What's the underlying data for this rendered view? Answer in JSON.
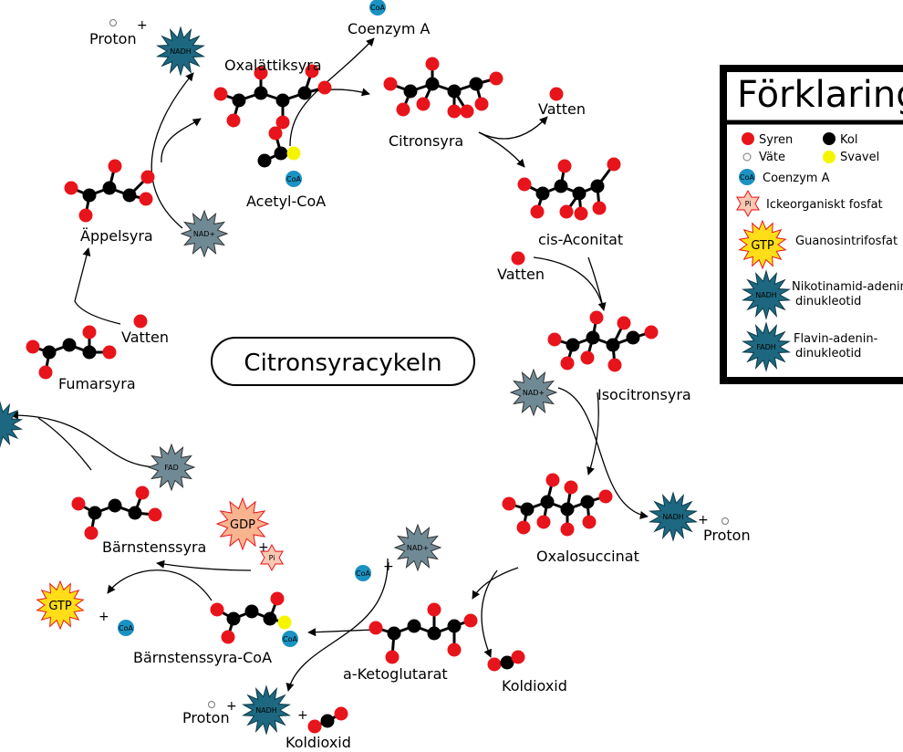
{
  "title": "Citronsyracykeln",
  "compounds": {
    "oxalattiksyra": "Oxalättiksyra",
    "acetyl_coa": "Acetyl-CoA",
    "coenzym_a": "Coenzym A",
    "citronsyra": "Citronsyra",
    "cis_aconitat": "cis-Aconitat",
    "isocitronsyra": "Isocitronsyra",
    "oxalosuccinat": "Oxalosuccinat",
    "a_ketoglutarat": "a-Ketoglutarat",
    "barnstenssyra_coa": "Bärnstenssyra-CoA",
    "barnstenssyra": "Bärnstenssyra",
    "fumarsyra": "Fumarsyra",
    "appelsyra": "Äppelsyra",
    "vatten": "Vatten",
    "proton": "Proton",
    "koldioxid": "Koldioxid"
  },
  "badges": {
    "coa": "CoA",
    "nadh": "NADH",
    "nad_plus": "NAD+",
    "fad": "FAD",
    "fadh": "FADH",
    "gdp": "GDP",
    "gtp": "GTP",
    "pi": "Pi",
    "plus": "+"
  },
  "legend": {
    "title": "Förklaring",
    "syren": "Syren",
    "kol": "Kol",
    "vate": "Väte",
    "svavel": "Svavel",
    "coenzym_a": "Coenzym A",
    "fosfat": "Ickeorganiskt fosfat",
    "gtp": "Guanosintrifosfat",
    "nadh_line1": "Nikotinamid-adenin-",
    "nadh_line2": "dinukleotid",
    "fadh_line1": "Flavin-adenin-",
    "fadh_line2": "dinukleotid"
  },
  "colors": {
    "oxygen": "#e8141b",
    "carbon": "#000000",
    "sulfur": "#f5f500",
    "coa": "#1a92c2",
    "nadh": "#1d6880",
    "nad_plus": "#708a95",
    "gtp_fill": "#ffde17",
    "gtp_stroke": "#e8141b",
    "gdp": "#f8b48f",
    "pi": "#f9c9b4"
  }
}
